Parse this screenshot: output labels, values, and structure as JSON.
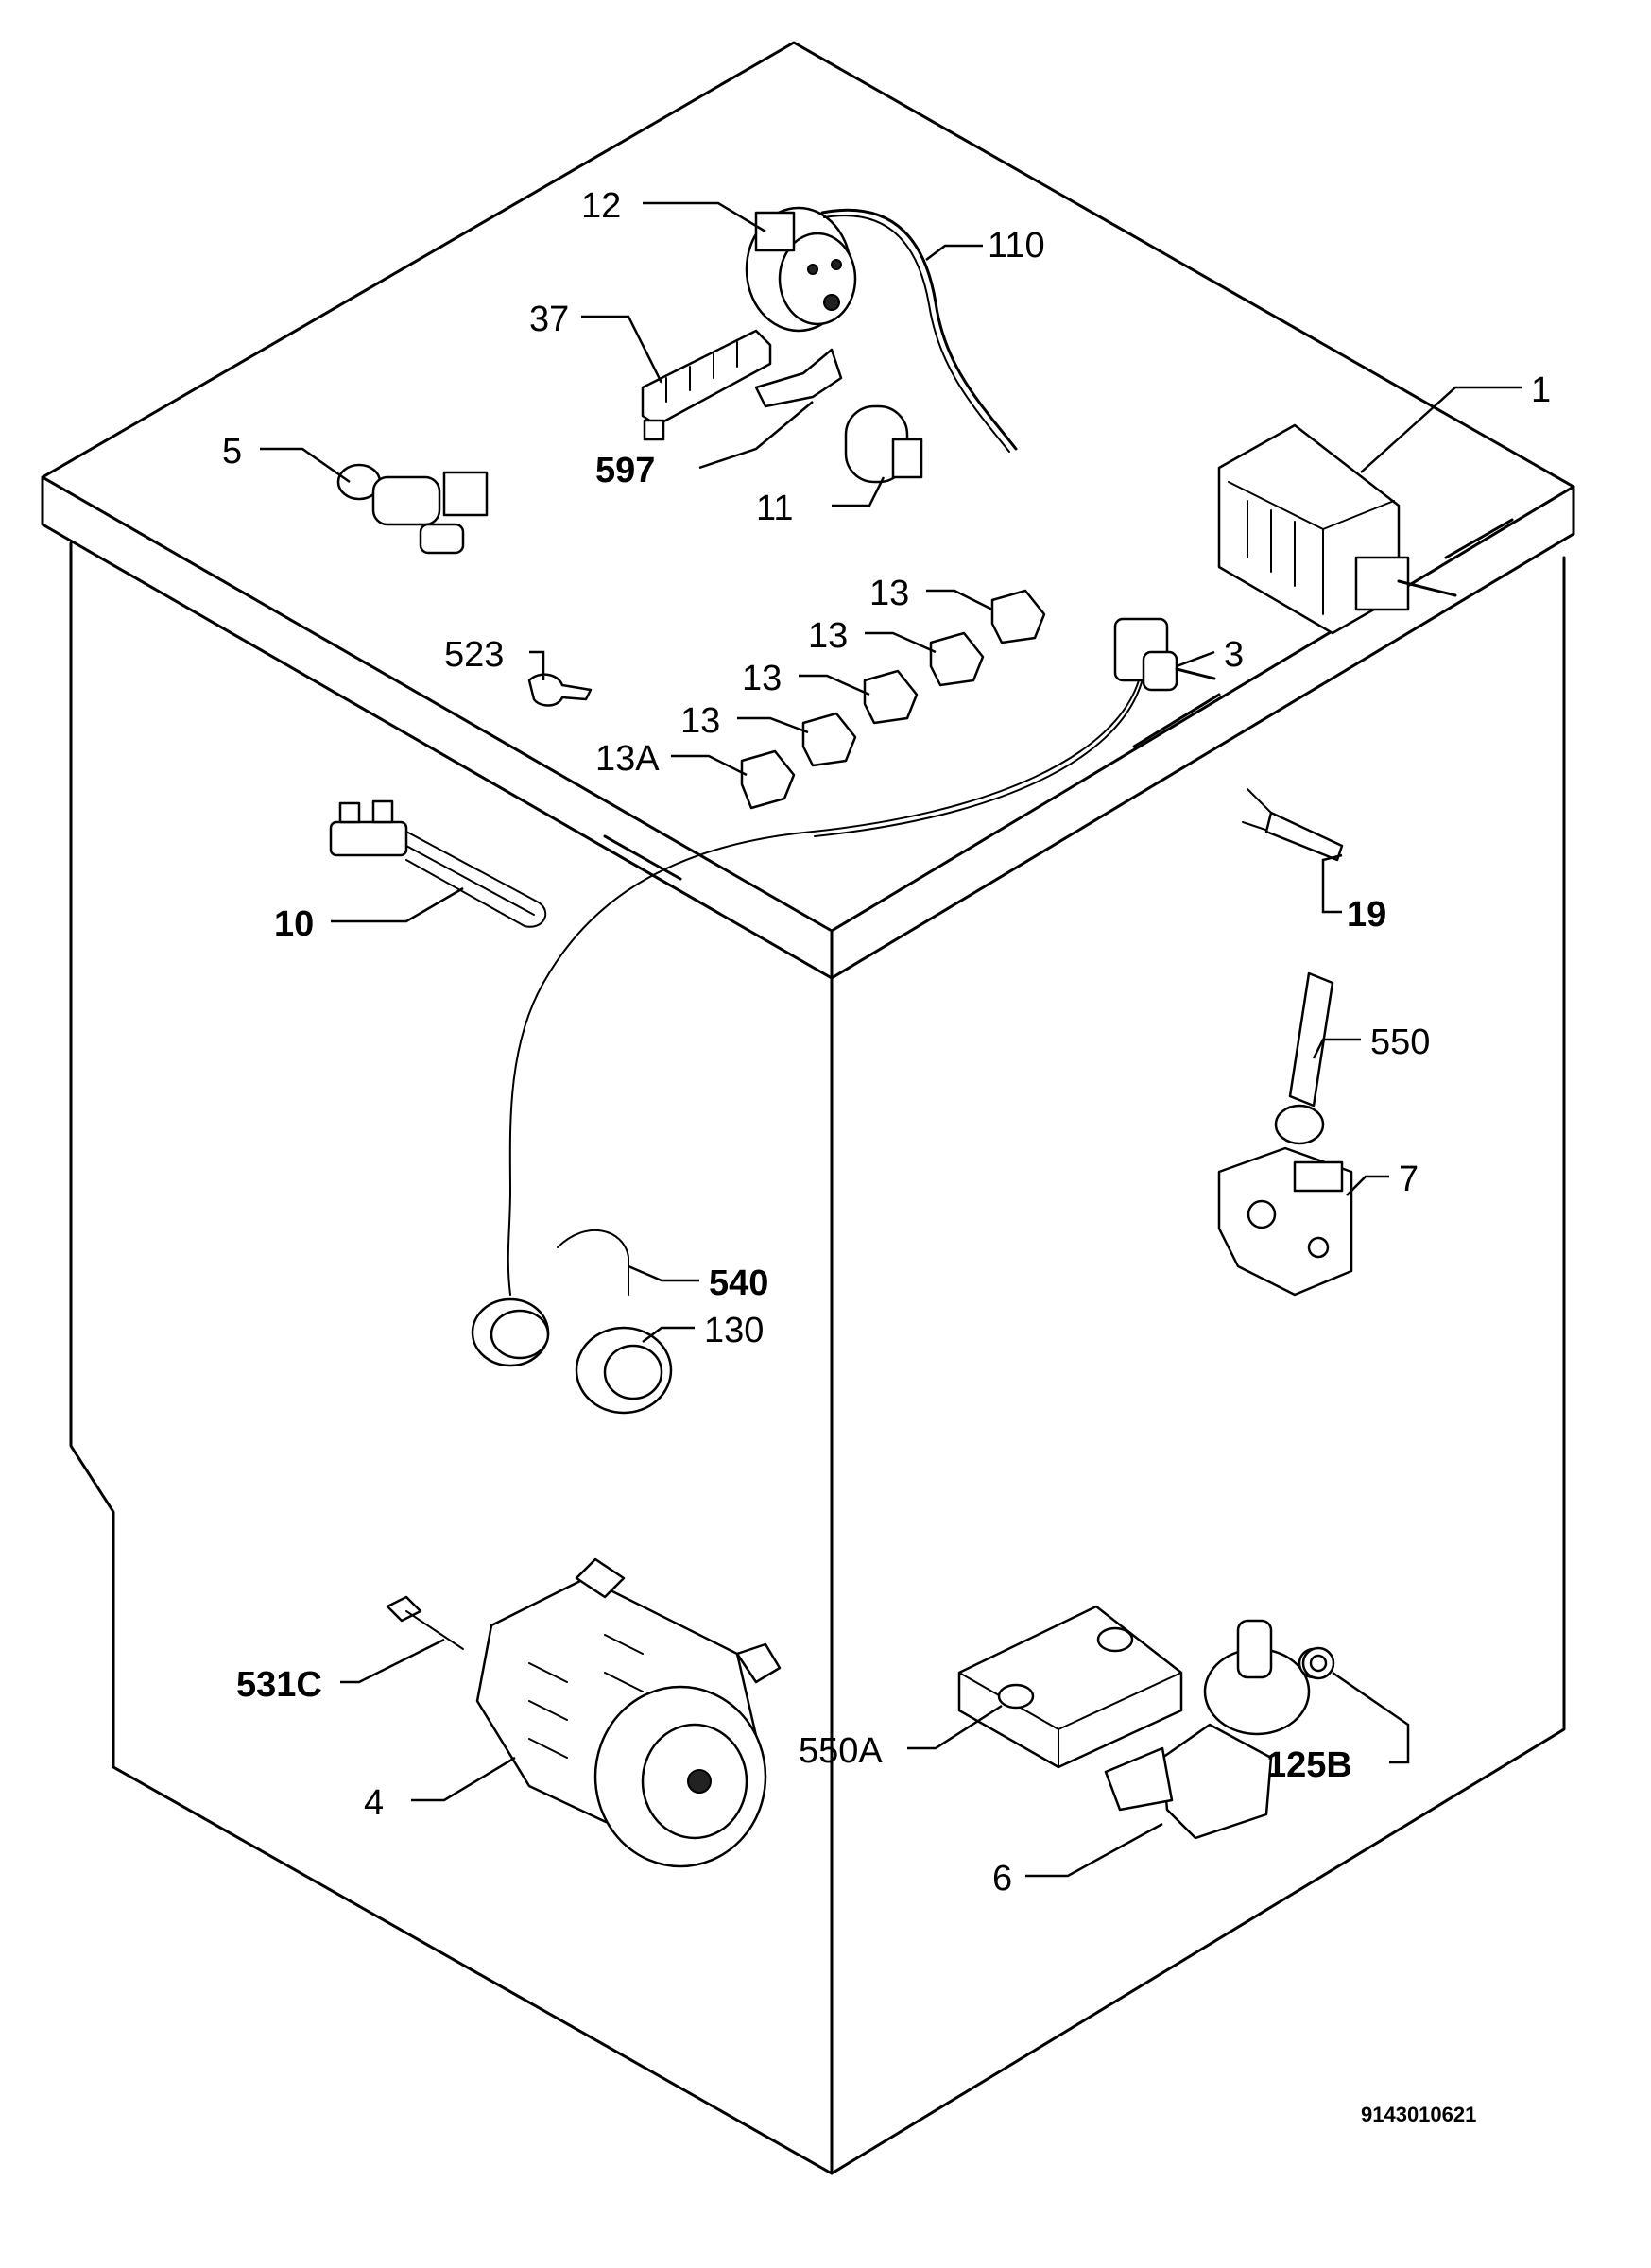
{
  "diagram": {
    "labels": {
      "l1": "1",
      "l3": "3",
      "l4": "4",
      "l5": "5",
      "l6": "6",
      "l7": "7",
      "l10": "10",
      "l11": "11",
      "l12": "12",
      "l13a": "13",
      "l13b": "13",
      "l13c": "13",
      "l13d": "13",
      "l13A": "13A",
      "l19": "19",
      "l37": "37",
      "l110": "110",
      "l125B": "125B",
      "l130": "130",
      "l523": "523",
      "l531C": "531C",
      "l540": "540",
      "l550": "550",
      "l550A": "550A",
      "l597": "597"
    },
    "drawing_code": "9143010621"
  }
}
